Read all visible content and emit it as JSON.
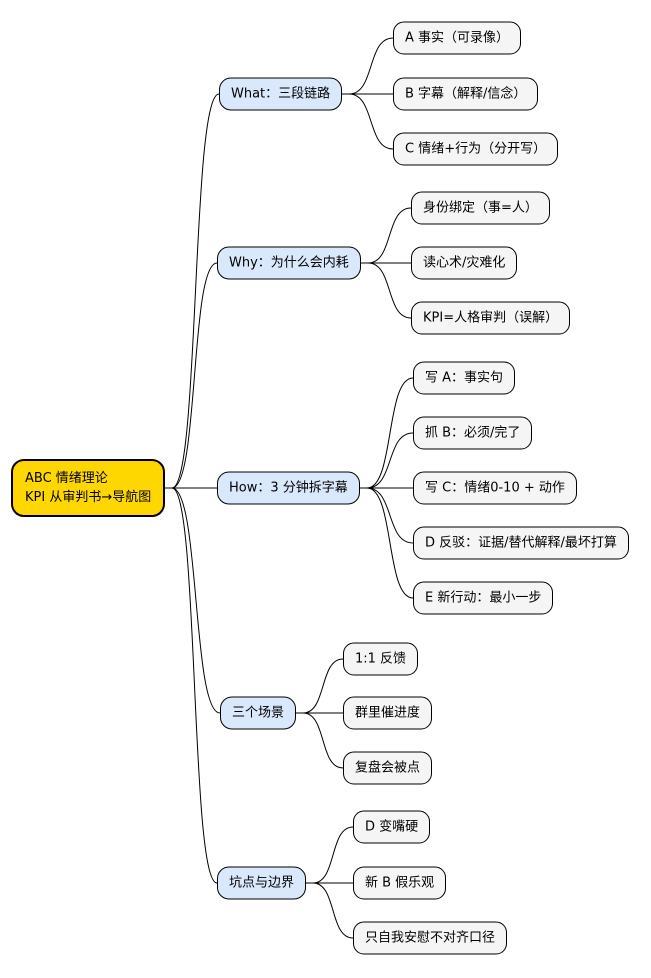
{
  "page": {
    "background": "#FFFFFF"
  },
  "mindmap": {
    "root": {
      "lines": [
        "ABC 情绪理论",
        "KPI 从审判书→导航图"
      ]
    },
    "branches": [
      {
        "label": "What：三段链路",
        "children": [
          "A 事实（可录像）",
          "B 字幕（解释/信念）",
          "C 情绪+行为（分开写）"
        ]
      },
      {
        "label": "Why：为什么会内耗",
        "children": [
          "身份绑定（事=人）",
          "读心术/灾难化",
          "KPI=人格审判（误解）"
        ]
      },
      {
        "label": "How：3 分钟拆字幕",
        "children": [
          "写 A：事实句",
          "抓 B：必须/完了",
          "写 C：情绪0-10 + 动作",
          "D 反驳：证据/替代解释/最坏打算",
          "E 新行动：最小一步"
        ]
      },
      {
        "label": "三个场景",
        "children": [
          "1:1 反馈",
          "群里催进度",
          "复盘会被点"
        ]
      },
      {
        "label": "坑点与边界",
        "children": [
          "D 变嘴硬",
          "新 B 假乐观",
          "只自我安慰不对齐口径"
        ]
      }
    ],
    "colors": {
      "root_fill": "#FFD700",
      "branch_fill": "#DAE8FC",
      "leaf_fill": "#F5F5F5",
      "node_border": "#000000",
      "edge": "#000000",
      "text": "#000000"
    }
  }
}
